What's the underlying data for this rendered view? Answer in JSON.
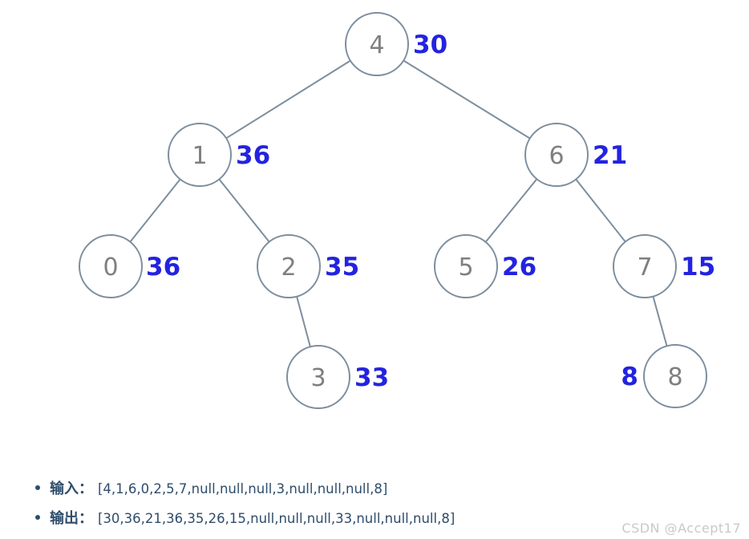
{
  "tree": {
    "nodes": [
      {
        "id": "root",
        "value": "4",
        "annotation": "30",
        "annotation_side": "right"
      },
      {
        "id": "left",
        "value": "1",
        "annotation": "36",
        "annotation_side": "right"
      },
      {
        "id": "right",
        "value": "6",
        "annotation": "21",
        "annotation_side": "right"
      },
      {
        "id": "left-left",
        "value": "0",
        "annotation": "36",
        "annotation_side": "right"
      },
      {
        "id": "left-right",
        "value": "2",
        "annotation": "35",
        "annotation_side": "right"
      },
      {
        "id": "right-left",
        "value": "5",
        "annotation": "26",
        "annotation_side": "right"
      },
      {
        "id": "right-right",
        "value": "7",
        "annotation": "15",
        "annotation_side": "right"
      },
      {
        "id": "left-right-right",
        "value": "3",
        "annotation": "33",
        "annotation_side": "right"
      },
      {
        "id": "right-right-right",
        "value": "8",
        "annotation": "8",
        "annotation_side": "left"
      }
    ],
    "edges": [
      "4-1",
      "4-6",
      "1-0",
      "1-2",
      "6-5",
      "6-7",
      "2-3",
      "7-8"
    ]
  },
  "legend": {
    "input_label": "输入：",
    "input_value": "[4,1,6,0,2,5,7,null,null,null,3,null,null,null,8]",
    "output_label": "输出：",
    "output_value": "[30,36,21,36,35,26,15,null,null,null,33,null,null,null,8]"
  },
  "watermark": "CSDN @Accept17",
  "colors": {
    "node_stroke": "#7d8e9e",
    "node_text": "#7f7f7f",
    "annotation_blue": "#2323e0",
    "legend_text": "#2e4d6b",
    "watermark_gray": "#c9c9c9"
  }
}
